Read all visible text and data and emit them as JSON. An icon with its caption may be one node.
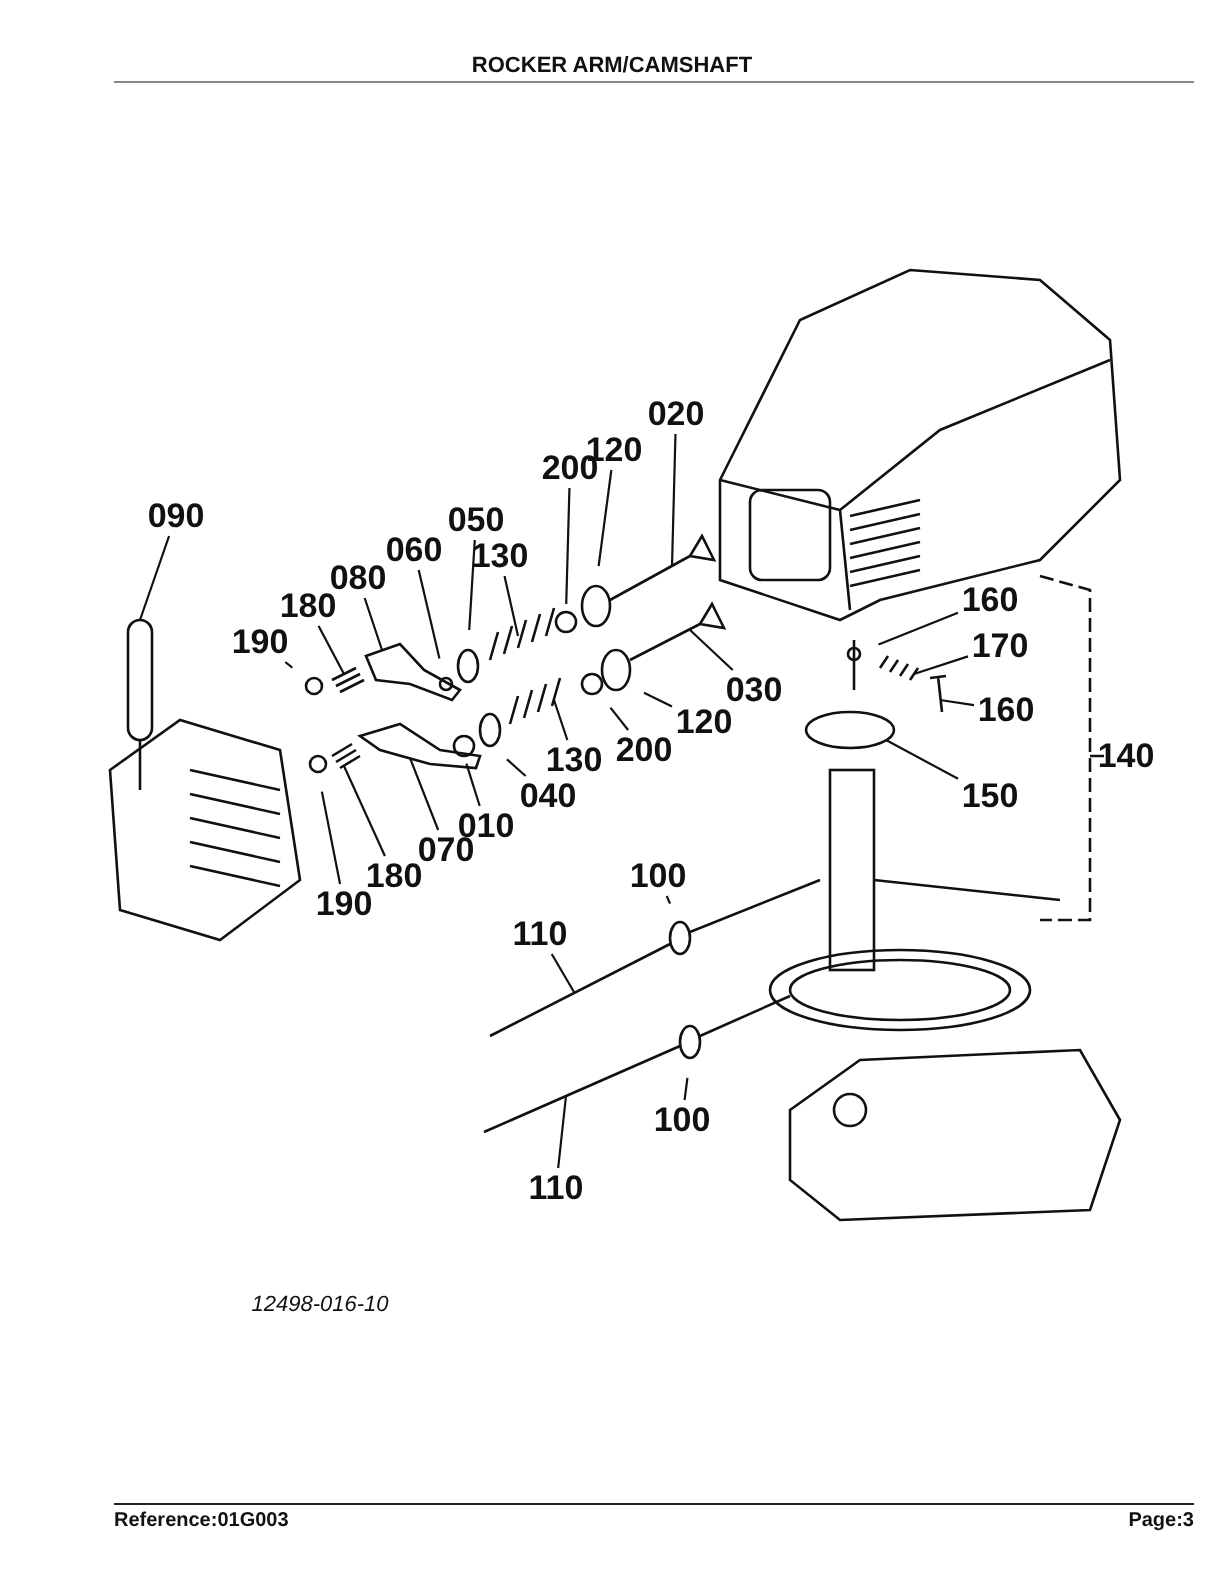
{
  "diagram": {
    "title": "ROCKER ARM/CAMSHAFT",
    "nodes": [
      {
        "text": [
          "090"
        ]
      },
      {
        "text": [
          "180"
        ]
      },
      {
        "text": [
          "190"
        ]
      },
      {
        "text": [
          "080"
        ]
      },
      {
        "text": [
          "060"
        ]
      },
      {
        "text": [
          "050"
        ]
      },
      {
        "text": [
          "130"
        ]
      },
      {
        "text": [
          "200"
        ]
      },
      {
        "text": [
          "120"
        ]
      },
      {
        "text": [
          "020"
        ]
      },
      {
        "text": [
          "160"
        ]
      },
      {
        "text": [
          "170"
        ]
      },
      {
        "text": [
          "160"
        ]
      },
      {
        "text": [
          "030"
        ]
      },
      {
        "text": [
          "120"
        ]
      },
      {
        "text": [
          "200"
        ]
      },
      {
        "text": [
          "130"
        ]
      },
      {
        "text": [
          "150"
        ]
      },
      {
        "text": [
          "040"
        ]
      },
      {
        "text": [
          "010"
        ]
      },
      {
        "text": [
          "070"
        ]
      },
      {
        "text": [
          "180"
        ]
      },
      {
        "text": [
          "190"
        ]
      },
      {
        "text": [
          "100"
        ]
      },
      {
        "text": [
          "110"
        ]
      },
      {
        "text": [
          "100"
        ]
      },
      {
        "text": [
          "110"
        ]
      }
    ],
    "edges": [
      {
        "from": 0,
        "to": null,
        "arrow": "none"
      },
      {
        "from": 1,
        "to": null,
        "arrow": "none"
      },
      {
        "from": 2,
        "to": null,
        "arrow": "none"
      },
      {
        "from": 3,
        "to": null,
        "arrow": "none"
      },
      {
        "from": 4,
        "to": null,
        "arrow": "none"
      },
      {
        "from": 5,
        "to": null,
        "arrow": "none"
      },
      {
        "from": 6,
        "to": null,
        "arrow": "none"
      },
      {
        "from": 7,
        "to": null,
        "arrow": "none"
      },
      {
        "from": 8,
        "to": null,
        "arrow": "none"
      },
      {
        "from": 9,
        "to": null,
        "arrow": "none"
      },
      {
        "from": 10,
        "to": null,
        "arrow": "none"
      },
      {
        "from": 11,
        "to": null,
        "arrow": "none"
      },
      {
        "from": 12,
        "to": null,
        "arrow": "none"
      },
      {
        "from": 13,
        "to": null,
        "arrow": "none"
      },
      {
        "from": 14,
        "to": null,
        "arrow": "none"
      },
      {
        "from": 15,
        "to": null,
        "arrow": "none"
      },
      {
        "from": 16,
        "to": null,
        "arrow": "none"
      },
      {
        "from": 17,
        "to": null,
        "arrow": "none"
      },
      {
        "from": 18,
        "to": null,
        "arrow": "none"
      },
      {
        "from": 19,
        "to": null,
        "arrow": "none"
      },
      {
        "from": 20,
        "to": null,
        "arrow": "none"
      },
      {
        "from": 21,
        "to": null,
        "arrow": "none"
      },
      {
        "from": 22,
        "to": null,
        "arrow": "none"
      },
      {
        "from": 23,
        "to": null,
        "arrow": "none"
      },
      {
        "from": 24,
        "to": null,
        "arrow": "none"
      },
      {
        "from": 25,
        "to": null,
        "arrow": "none"
      },
      {
        "from": 26,
        "to": null,
        "arrow": "none"
      }
    ],
    "labels": [
      "140",
      "12498-016-10",
      "Reference:01G003",
      "Page:3"
    ]
  }
}
